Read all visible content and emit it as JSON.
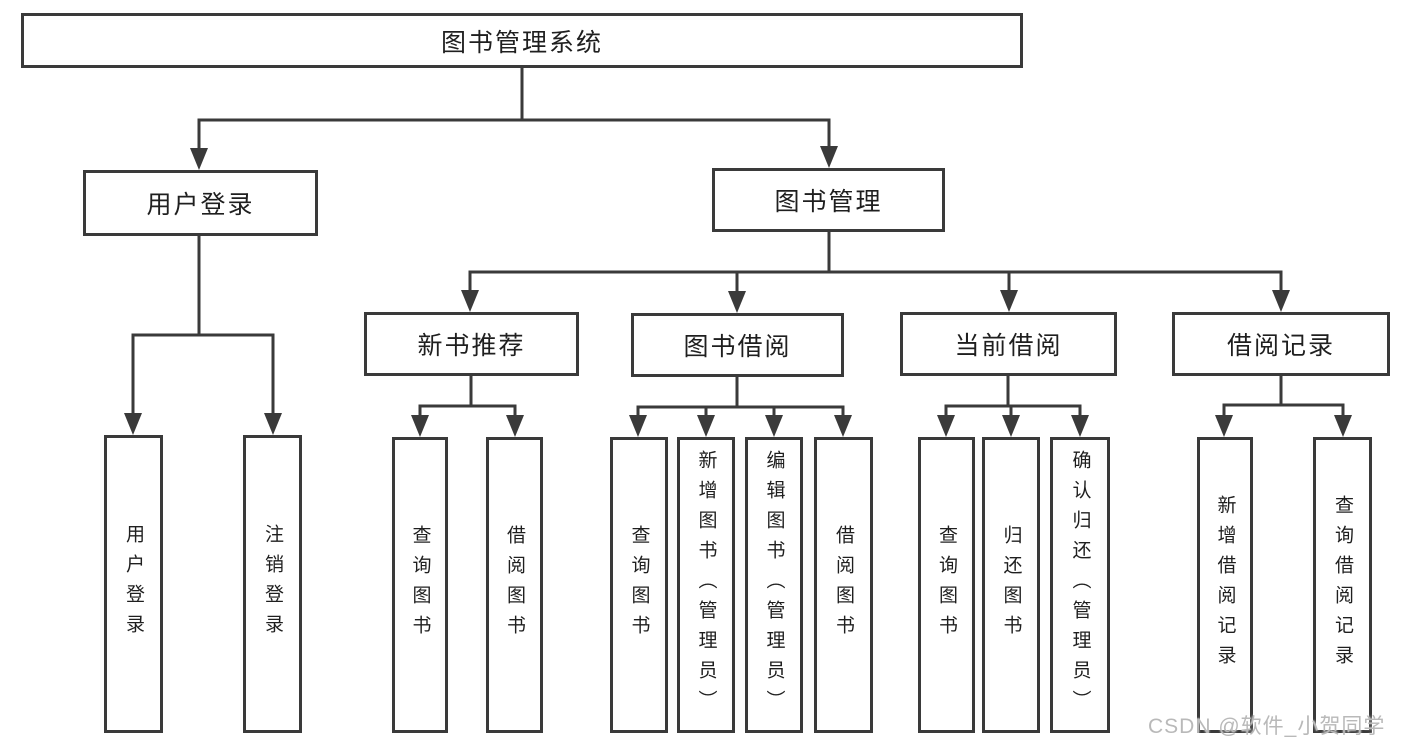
{
  "diagram": {
    "title": "图书管理系统",
    "root": {
      "label": "图书管理系统",
      "children": [
        {
          "label": "用户登录",
          "children": [
            {
              "label": "用户登录"
            },
            {
              "label": "注销登录"
            }
          ]
        },
        {
          "label": "图书管理",
          "children": [
            {
              "label": "新书推荐",
              "children": [
                {
                  "label": "查询图书"
                },
                {
                  "label": "借阅图书"
                }
              ]
            },
            {
              "label": "图书借阅",
              "children": [
                {
                  "label": "查询图书"
                },
                {
                  "label": "新增图书（管理员）"
                },
                {
                  "label": "编辑图书（管理员）"
                },
                {
                  "label": "借阅图书"
                }
              ]
            },
            {
              "label": "当前借阅",
              "children": [
                {
                  "label": "查询图书"
                },
                {
                  "label": "归还图书"
                },
                {
                  "label": "确认归还（管理员）"
                }
              ]
            },
            {
              "label": "借阅记录",
              "children": [
                {
                  "label": "新增借阅记录"
                },
                {
                  "label": "查询借阅记录"
                }
              ]
            }
          ]
        }
      ]
    }
  },
  "colors": {
    "line": "#3a3a3a",
    "text": "#1f1f1f",
    "box_background": "#ffffff",
    "watermark": "#b9b9b9"
  },
  "watermark": {
    "text": "CSDN @软件_小贺同学"
  }
}
